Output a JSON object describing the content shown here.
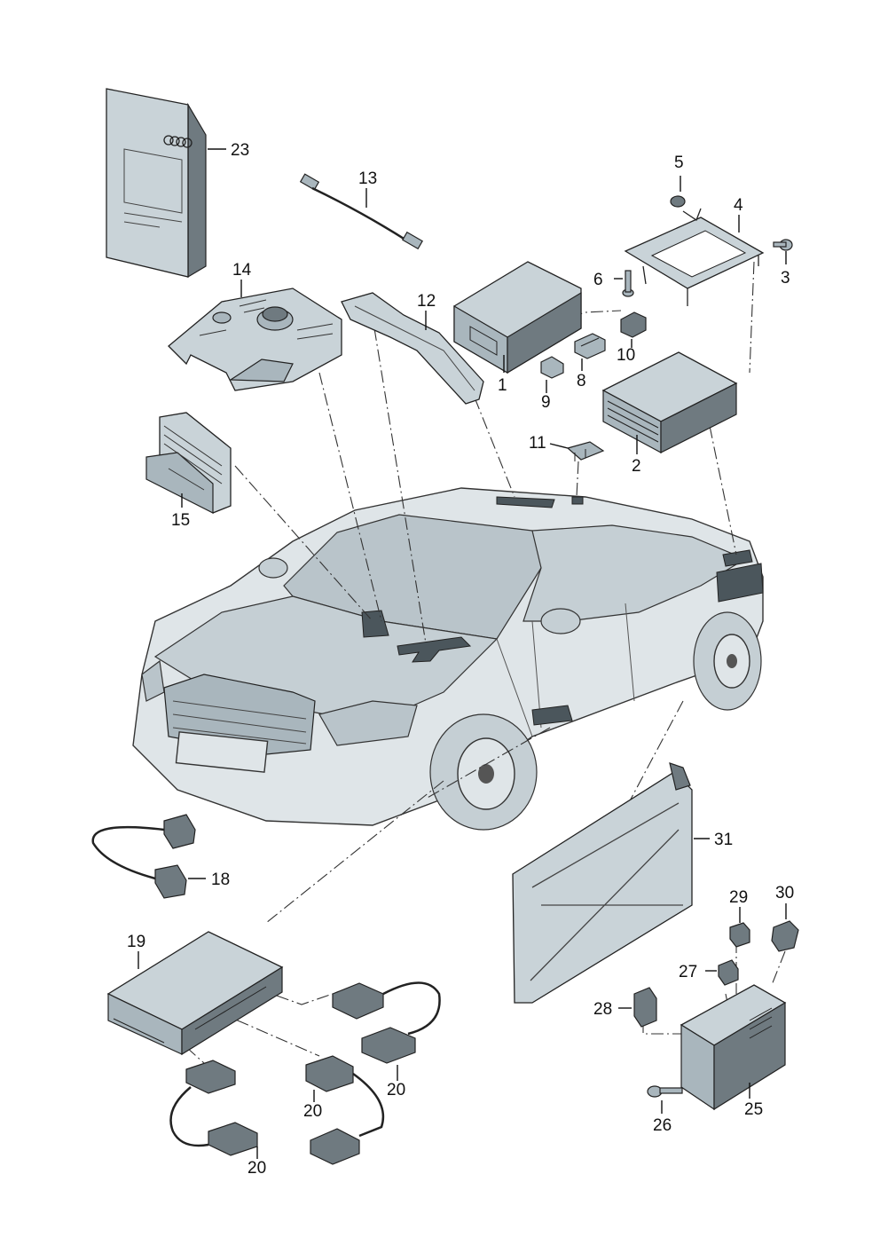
{
  "callouts": [
    {
      "id": "callout-1",
      "label": "1"
    },
    {
      "id": "callout-2",
      "label": "2"
    },
    {
      "id": "callout-3",
      "label": "3"
    },
    {
      "id": "callout-4",
      "label": "4"
    },
    {
      "id": "callout-5",
      "label": "5"
    },
    {
      "id": "callout-6",
      "label": "6"
    },
    {
      "id": "callout-8",
      "label": "8"
    },
    {
      "id": "callout-9",
      "label": "9"
    },
    {
      "id": "callout-10",
      "label": "10"
    },
    {
      "id": "callout-11",
      "label": "11"
    },
    {
      "id": "callout-12",
      "label": "12"
    },
    {
      "id": "callout-13",
      "label": "13"
    },
    {
      "id": "callout-14",
      "label": "14"
    },
    {
      "id": "callout-15",
      "label": "15"
    },
    {
      "id": "callout-18",
      "label": "18"
    },
    {
      "id": "callout-19",
      "label": "19"
    },
    {
      "id": "callout-20a",
      "label": "20"
    },
    {
      "id": "callout-20b",
      "label": "20"
    },
    {
      "id": "callout-20c",
      "label": "20"
    },
    {
      "id": "callout-23",
      "label": "23"
    },
    {
      "id": "callout-25",
      "label": "25"
    },
    {
      "id": "callout-26",
      "label": "26"
    },
    {
      "id": "callout-27",
      "label": "27"
    },
    {
      "id": "callout-28",
      "label": "28"
    },
    {
      "id": "callout-29",
      "label": "29"
    },
    {
      "id": "callout-30",
      "label": "30"
    },
    {
      "id": "callout-31",
      "label": "31"
    }
  ],
  "colors": {
    "part_fill": "#c9d3d8",
    "part_dark": "#6f7a80",
    "car_body": "#dfe5e8",
    "line": "#111111"
  }
}
